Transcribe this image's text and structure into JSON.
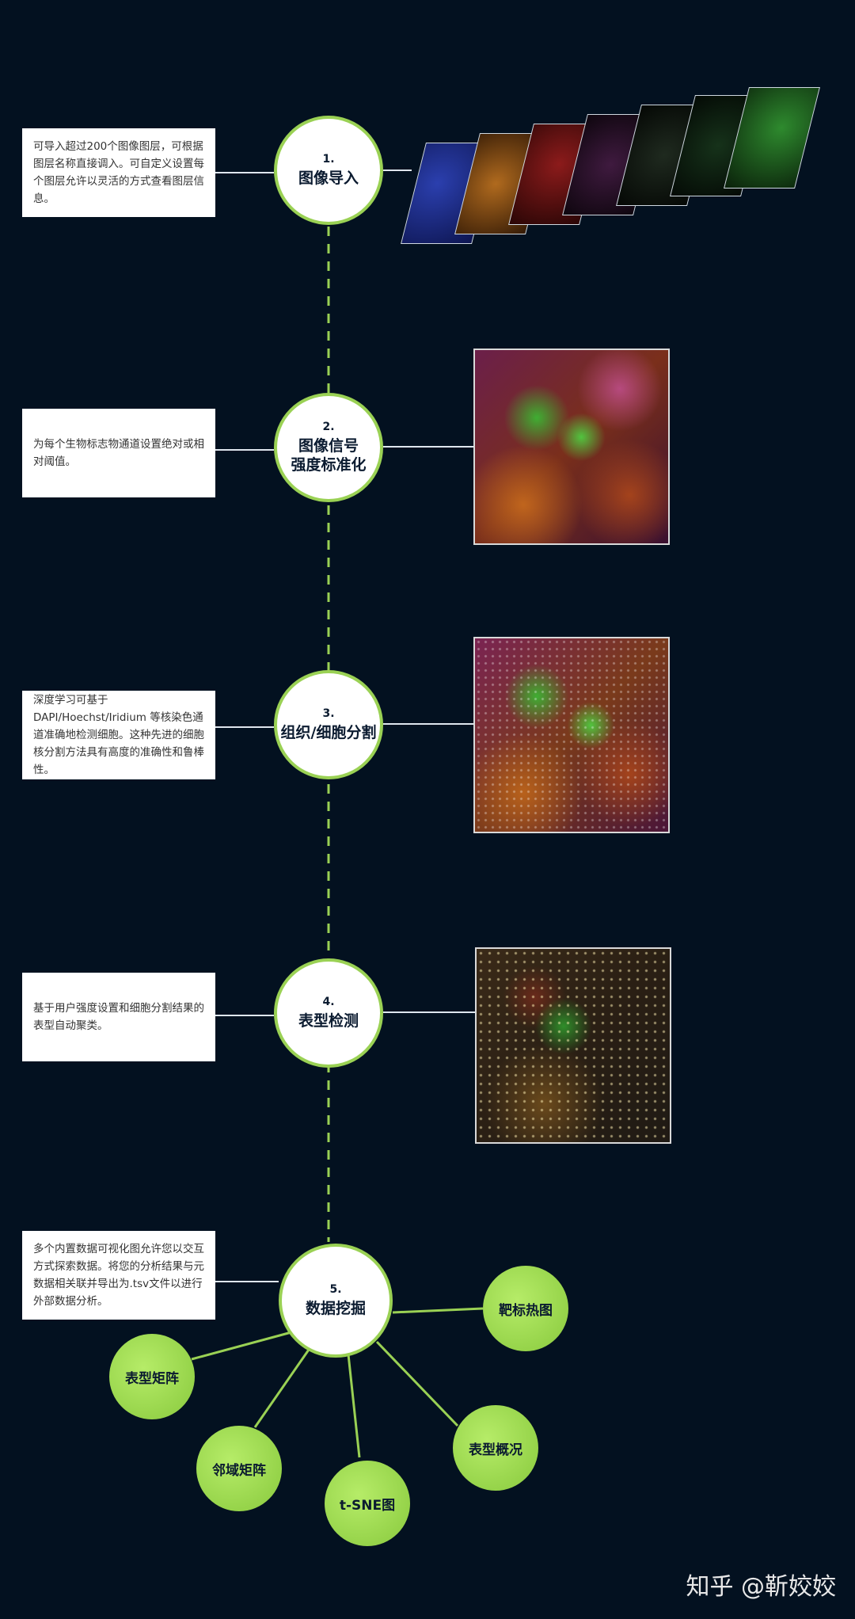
{
  "steps": [
    {
      "num": "1.",
      "title": "图像导入",
      "note": "可导入超过200个图像图层，可根据图层名称直接调入。可自定义设置每个图层允许以灵活的方式查看图层信息。"
    },
    {
      "num": "2.",
      "title": "图像信号\n强度标准化",
      "note": "为每个生物标志物通道设置绝对或相对阈值。"
    },
    {
      "num": "3.",
      "title": "组织/细胞分割",
      "note": "深度学习可基于 DAPI/Hoechst/Iridium 等核染色通道准确地检测细胞。这种先进的细胞核分割方法具有高度的准确性和鲁棒性。"
    },
    {
      "num": "4.",
      "title": "表型检测",
      "note": "基于用户强度设置和细胞分割结果的表型自动聚类。"
    },
    {
      "num": "5.",
      "title": "数据挖掘",
      "note": "多个内置数据可视化图允许您以交互方式探索数据。将您的分析结果与元数据相关联并导出为.tsv文件以进行外部数据分析。"
    }
  ],
  "outputs": {
    "target_heatmap": "靶标热图",
    "phenotype_matrix": "表型矩阵",
    "neighborhood_matrix": "邻域矩阵",
    "tsne": "t-SNE图",
    "phenotype_overview": "表型概况"
  },
  "watermark": "知乎 @靳姣姣",
  "colors": {
    "background": "#031120",
    "accent": "#9ad154",
    "node_fill": "#b6ec68",
    "line": "#dfe6ee"
  }
}
